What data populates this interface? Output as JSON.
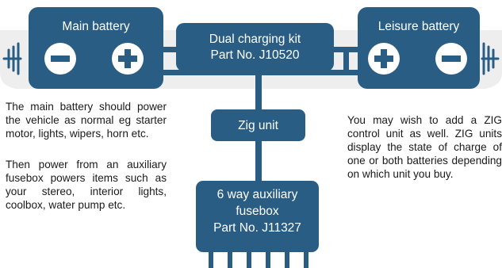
{
  "colors": {
    "box": "#2a5d84",
    "band": "#eeeeee",
    "text": "#1a1a1a",
    "box_text": "#ffffff"
  },
  "icons": {
    "terminal_negative": "minus-sign-circle",
    "terminal_positive": "plus-sign-circle",
    "earth": "earth-ground-symbol"
  },
  "main_battery": {
    "title": "Main battery"
  },
  "leisure_battery": {
    "title": "Leisure battery"
  },
  "charging_kit": {
    "name": "Dual charging kit",
    "part": "Part No. J10520"
  },
  "zig_unit": {
    "name": "Zig unit"
  },
  "fusebox": {
    "line1": "6 way auxiliary",
    "line2": "fusebox",
    "part": "Part No. J11327"
  },
  "text": {
    "left_para1": "The main battery should power the vehicle as normal eg starter motor, lights, wipers, horn etc.",
    "left_para2": "Then power from an auxiliary fusebox powers items such as your stereo, interior lights, coolbox, water pump etc.",
    "right_para": "You may wish to add a ZIG control unit as well. ZIG units display the state of charge of one or both batteries depending on which unit you buy."
  }
}
